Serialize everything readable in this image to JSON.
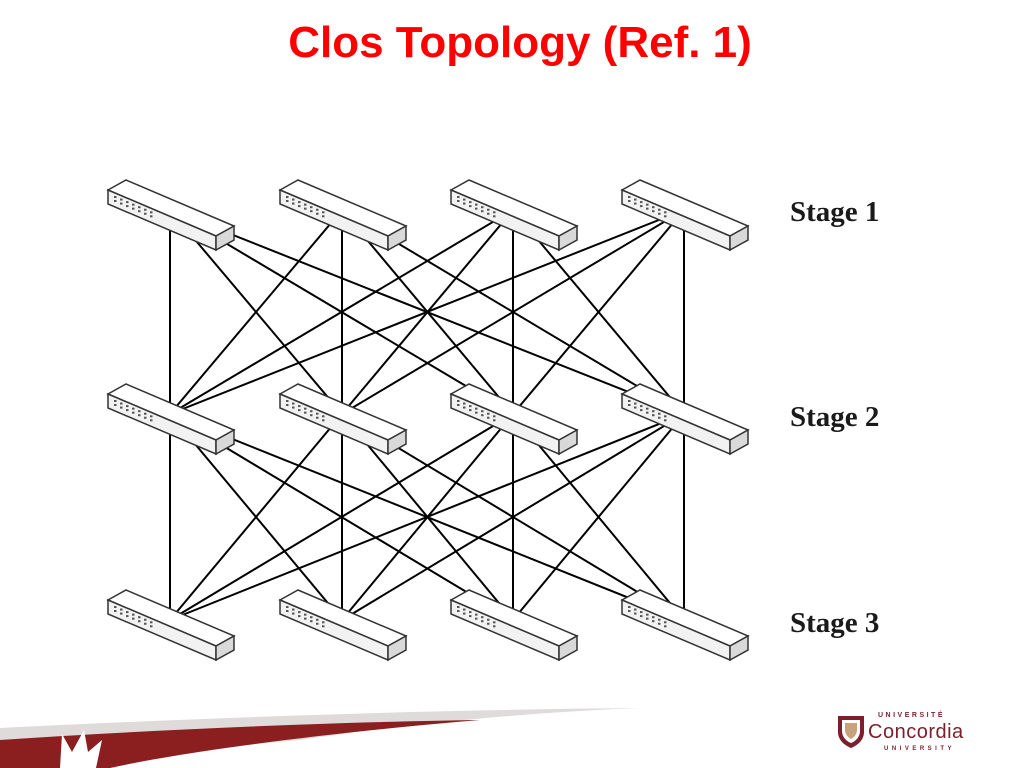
{
  "slide": {
    "title": "Clos Topology (Ref. 1)"
  },
  "diagram": {
    "stages": [
      {
        "label": "Stage 1",
        "switch_count": 4
      },
      {
        "label": "Stage 2",
        "switch_count": 4
      },
      {
        "label": "Stage 3",
        "switch_count": 4
      }
    ],
    "connection_pattern": "full-mesh between adjacent stages",
    "colors": {
      "line": "#000000",
      "switch_body": "#f2f2f2",
      "switch_edge": "#333333"
    }
  },
  "footer": {
    "logo": {
      "top_text": "UNIVERSITÉ",
      "main_text": "Concordia",
      "bottom_text": "UNIVERSITY"
    },
    "colors": {
      "brand": "#7a1f2b",
      "swoosh": "#8b1e1e"
    }
  }
}
